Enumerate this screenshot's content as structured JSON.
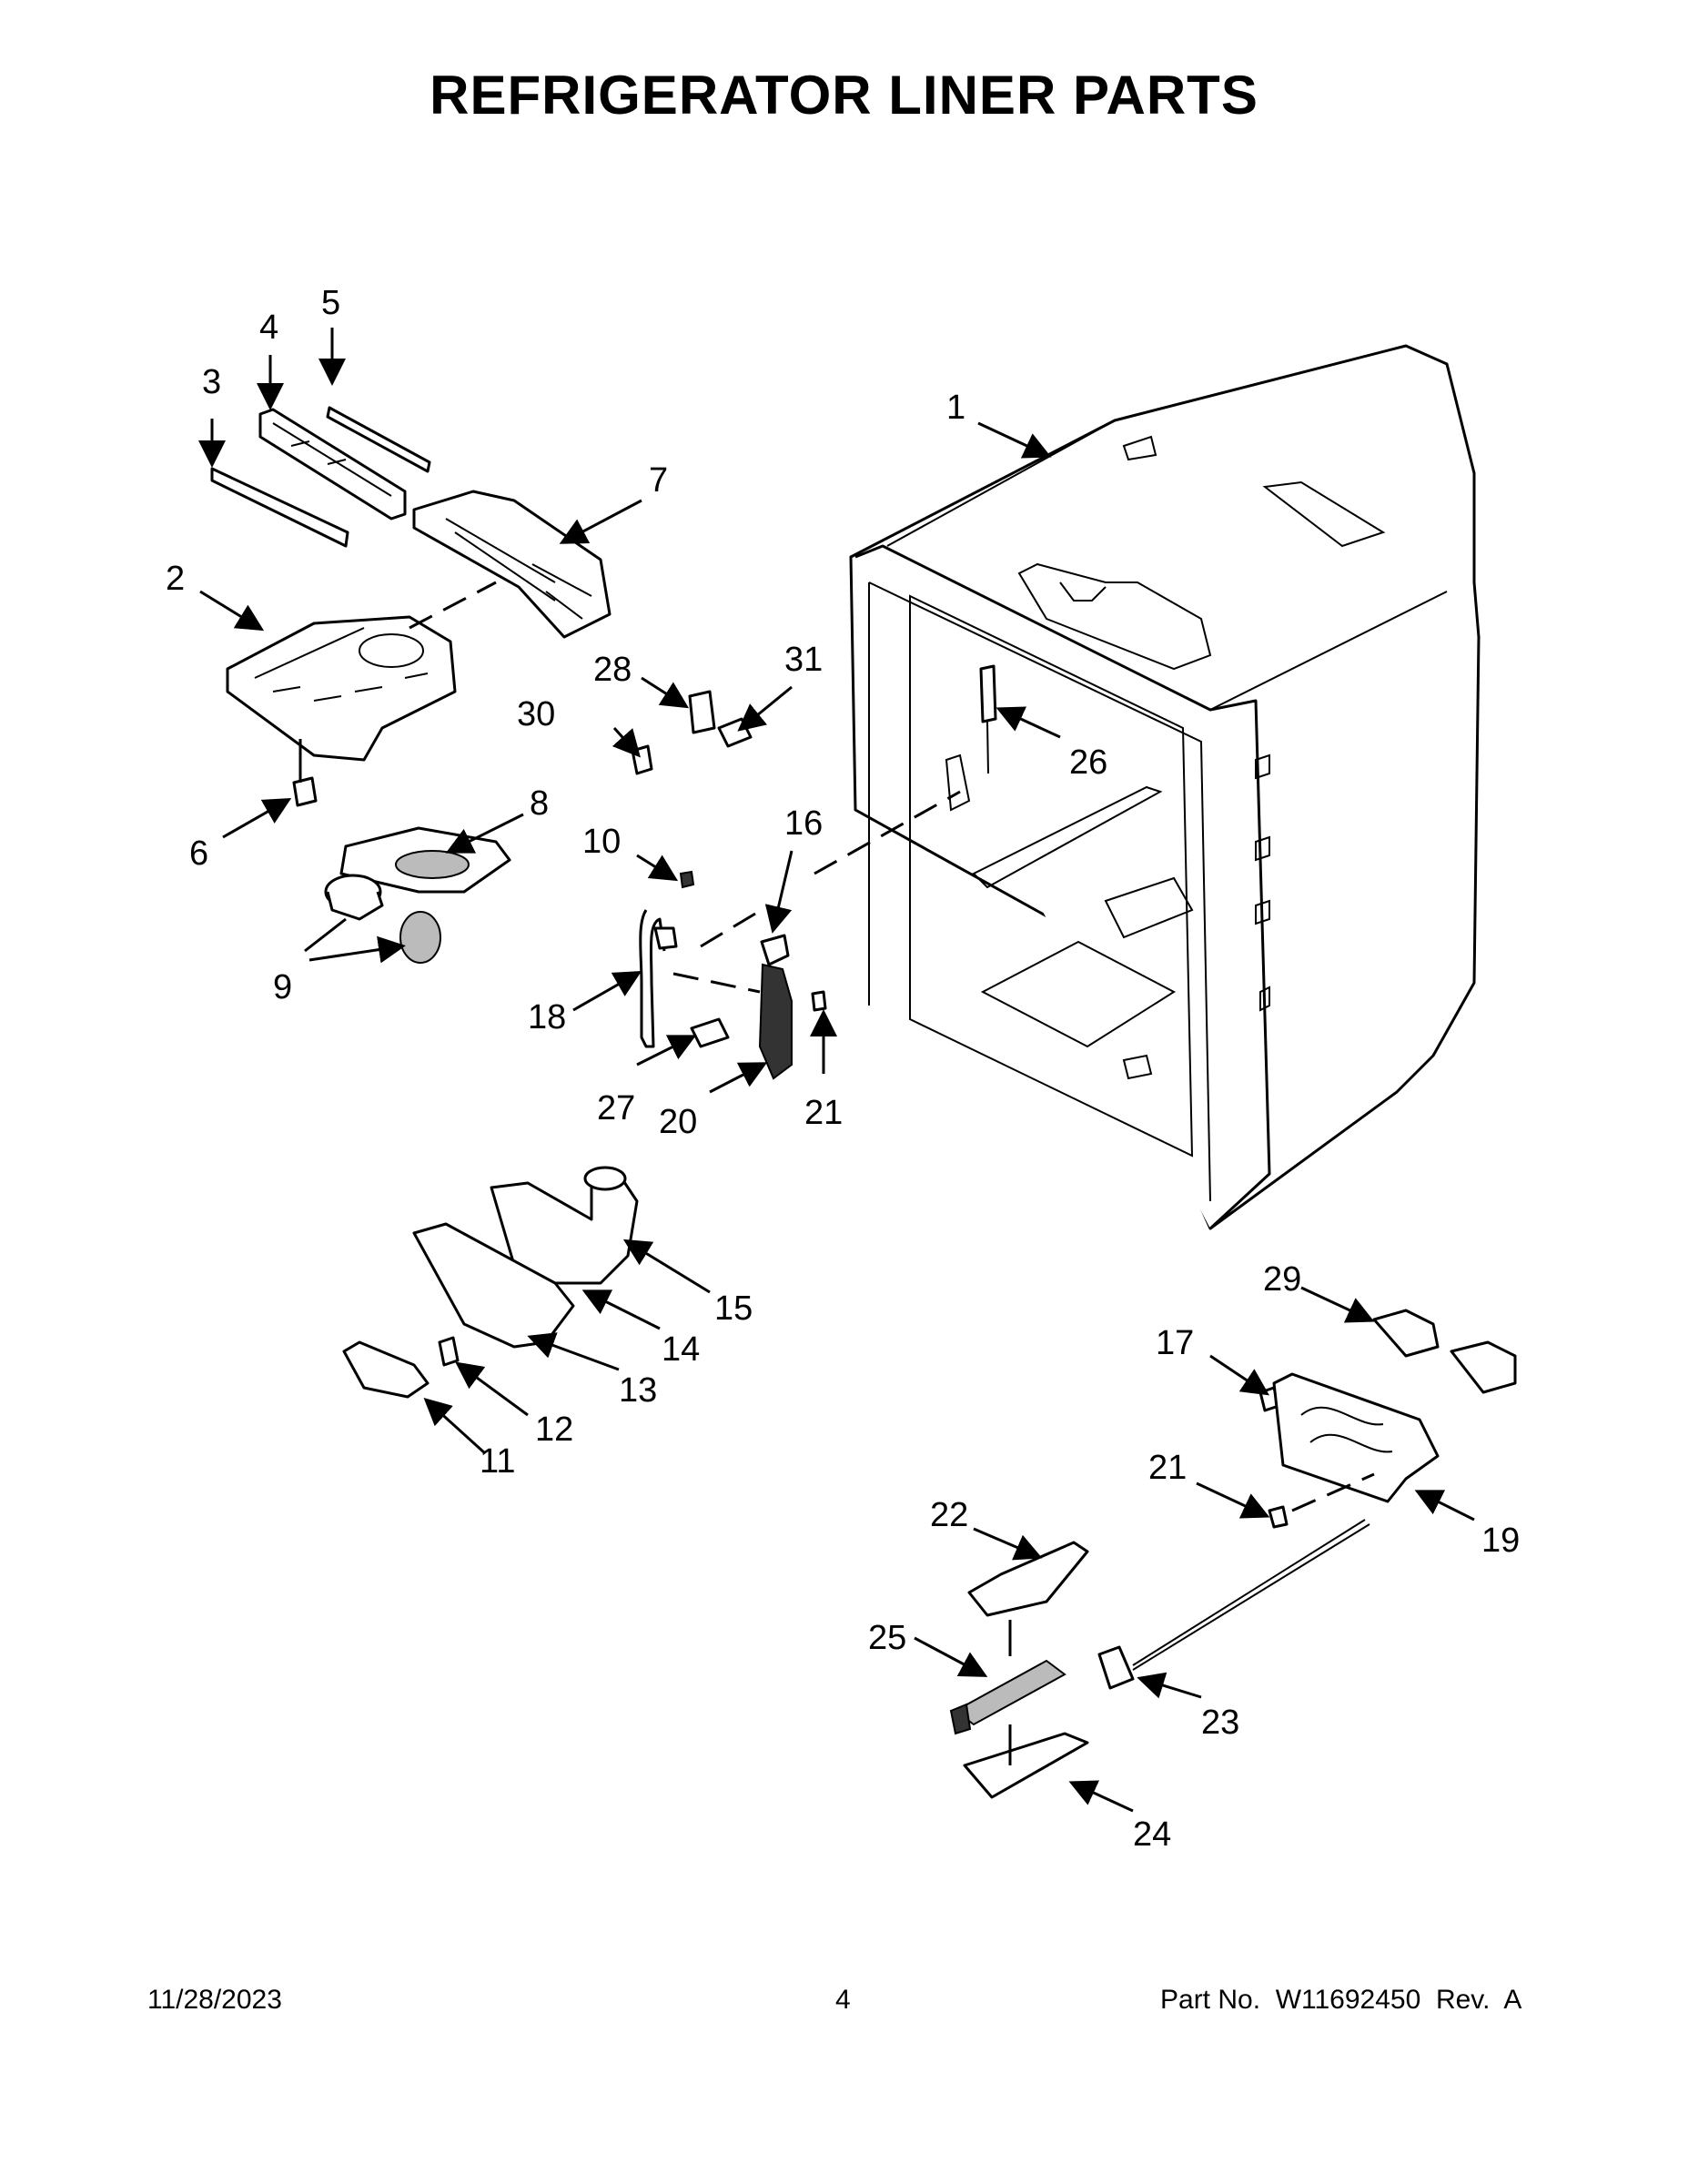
{
  "title": "REFRIGERATOR LINER PARTS",
  "callouts": {
    "p1": "1",
    "p2": "2",
    "p3": "3",
    "p4": "4",
    "p5": "5",
    "p6": "6",
    "p7": "7",
    "p8": "8",
    "p9": "9",
    "p10": "10",
    "p11": "11",
    "p12": "12",
    "p13": "13",
    "p14": "14",
    "p15": "15",
    "p16": "16",
    "p17": "17",
    "p18": "18",
    "p19": "19",
    "p20": "20",
    "p21a": "21",
    "p21b": "21",
    "p22": "22",
    "p23": "23",
    "p24": "24",
    "p25": "25",
    "p26": "26",
    "p27": "27",
    "p28": "28",
    "p29": "29",
    "p30": "30",
    "p31": "31"
  },
  "footer": {
    "date": "11/28/2023",
    "page": "4",
    "part_no": "Part No.  W11692450  Rev.  A"
  }
}
